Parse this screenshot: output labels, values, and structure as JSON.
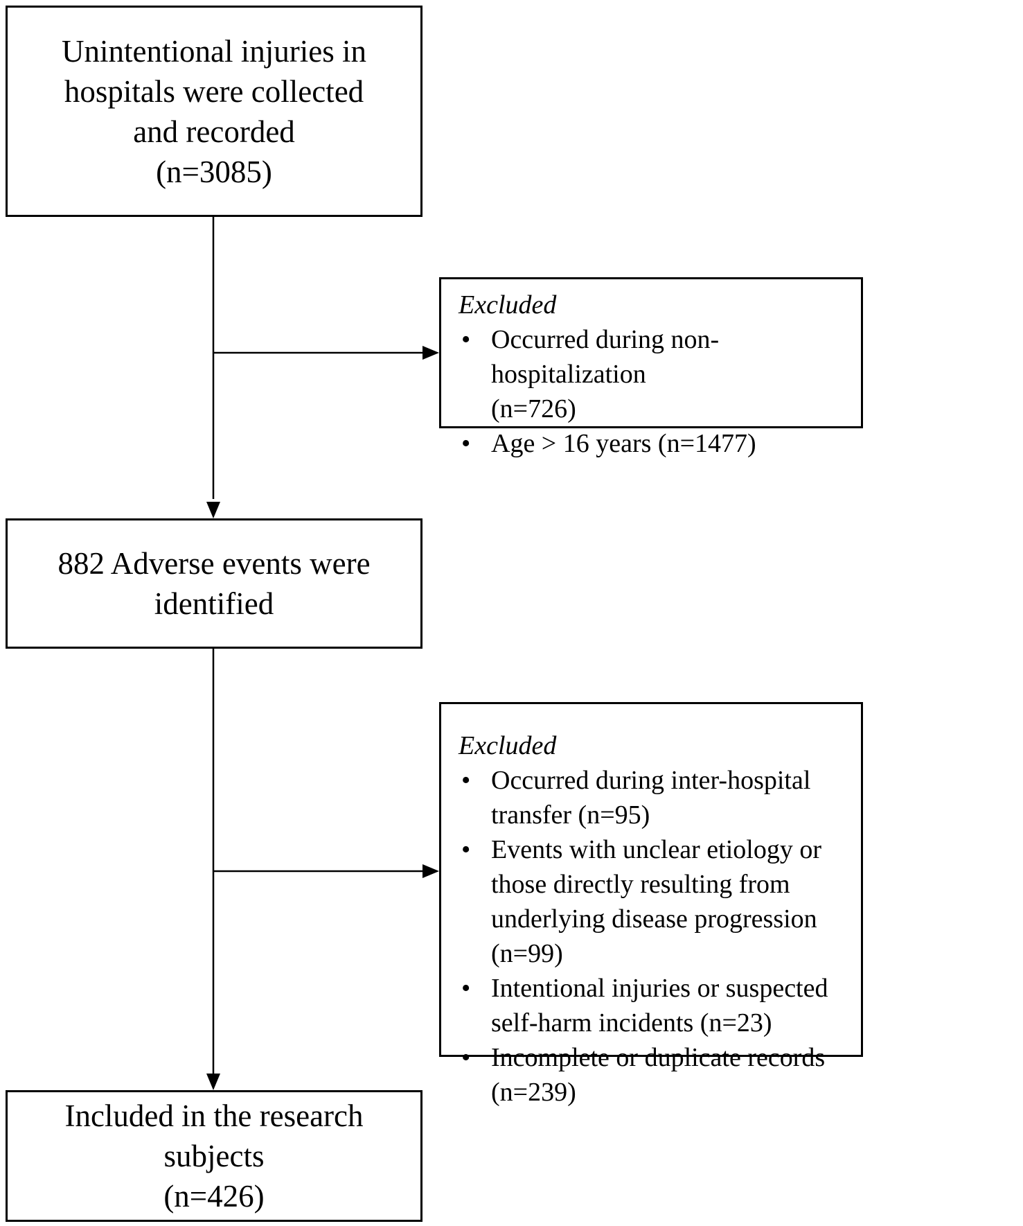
{
  "boxes": {
    "top": {
      "lines": [
        "Unintentional injuries in",
        "hospitals were collected",
        "and recorded",
        "(n=3085)"
      ]
    },
    "middle": {
      "lines": [
        "882 Adverse events were",
        "identified"
      ]
    },
    "bottom": {
      "lines": [
        "Included in the research",
        "subjects",
        "(n=426)"
      ]
    }
  },
  "exclusions": [
    {
      "title": "Excluded",
      "items": [
        "Occurred during non-hospitalization (n=726)",
        "Age > 16 years (n=1477)"
      ]
    },
    {
      "title": "Excluded",
      "items": [
        "Occurred during inter-hospital transfer (n=95)",
        "Events with unclear etiology or those directly resulting from underlying disease progression (n=99)",
        "Intentional injuries or suspected self-harm incidents (n=23)",
        "Incomplete or duplicate records (n=239)"
      ]
    }
  ]
}
